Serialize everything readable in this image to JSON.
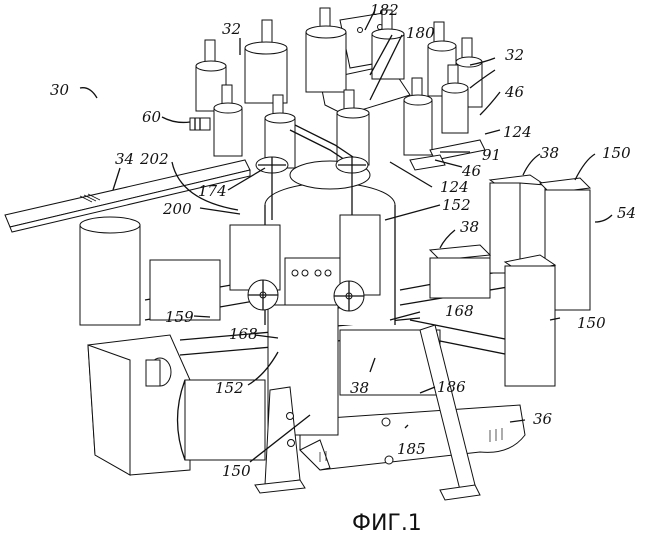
{
  "figure": {
    "caption": "ФИГ.1",
    "type": "patent drawing - perspective view of machine",
    "colors": {
      "ink": "#111111",
      "paper": "#ffffff"
    },
    "labels": [
      {
        "id": "l30",
        "text": "30"
      },
      {
        "id": "l60",
        "text": "60"
      },
      {
        "id": "l32a",
        "text": "32"
      },
      {
        "id": "l182",
        "text": "182"
      },
      {
        "id": "l180",
        "text": "180"
      },
      {
        "id": "l32b",
        "text": "32"
      },
      {
        "id": "l46a",
        "text": "46"
      },
      {
        "id": "l124a",
        "text": "124"
      },
      {
        "id": "l91",
        "text": "91"
      },
      {
        "id": "l46b",
        "text": "46"
      },
      {
        "id": "l124b",
        "text": "124"
      },
      {
        "id": "l34",
        "text": "34"
      },
      {
        "id": "l202",
        "text": "202"
      },
      {
        "id": "l174",
        "text": "174"
      },
      {
        "id": "l200",
        "text": "200"
      },
      {
        "id": "l152a",
        "text": "152"
      },
      {
        "id": "l38a",
        "text": "38"
      },
      {
        "id": "l150a",
        "text": "150"
      },
      {
        "id": "l54",
        "text": "54"
      },
      {
        "id": "l38b",
        "text": "38"
      },
      {
        "id": "l159",
        "text": "159"
      },
      {
        "id": "l168a",
        "text": "168"
      },
      {
        "id": "l168b",
        "text": "168"
      },
      {
        "id": "l150b",
        "text": "150"
      },
      {
        "id": "l152b",
        "text": "152"
      },
      {
        "id": "l38c",
        "text": "38"
      },
      {
        "id": "l186",
        "text": "186"
      },
      {
        "id": "l36",
        "text": "36"
      },
      {
        "id": "l185",
        "text": "185"
      },
      {
        "id": "l150c",
        "text": "150"
      }
    ]
  }
}
